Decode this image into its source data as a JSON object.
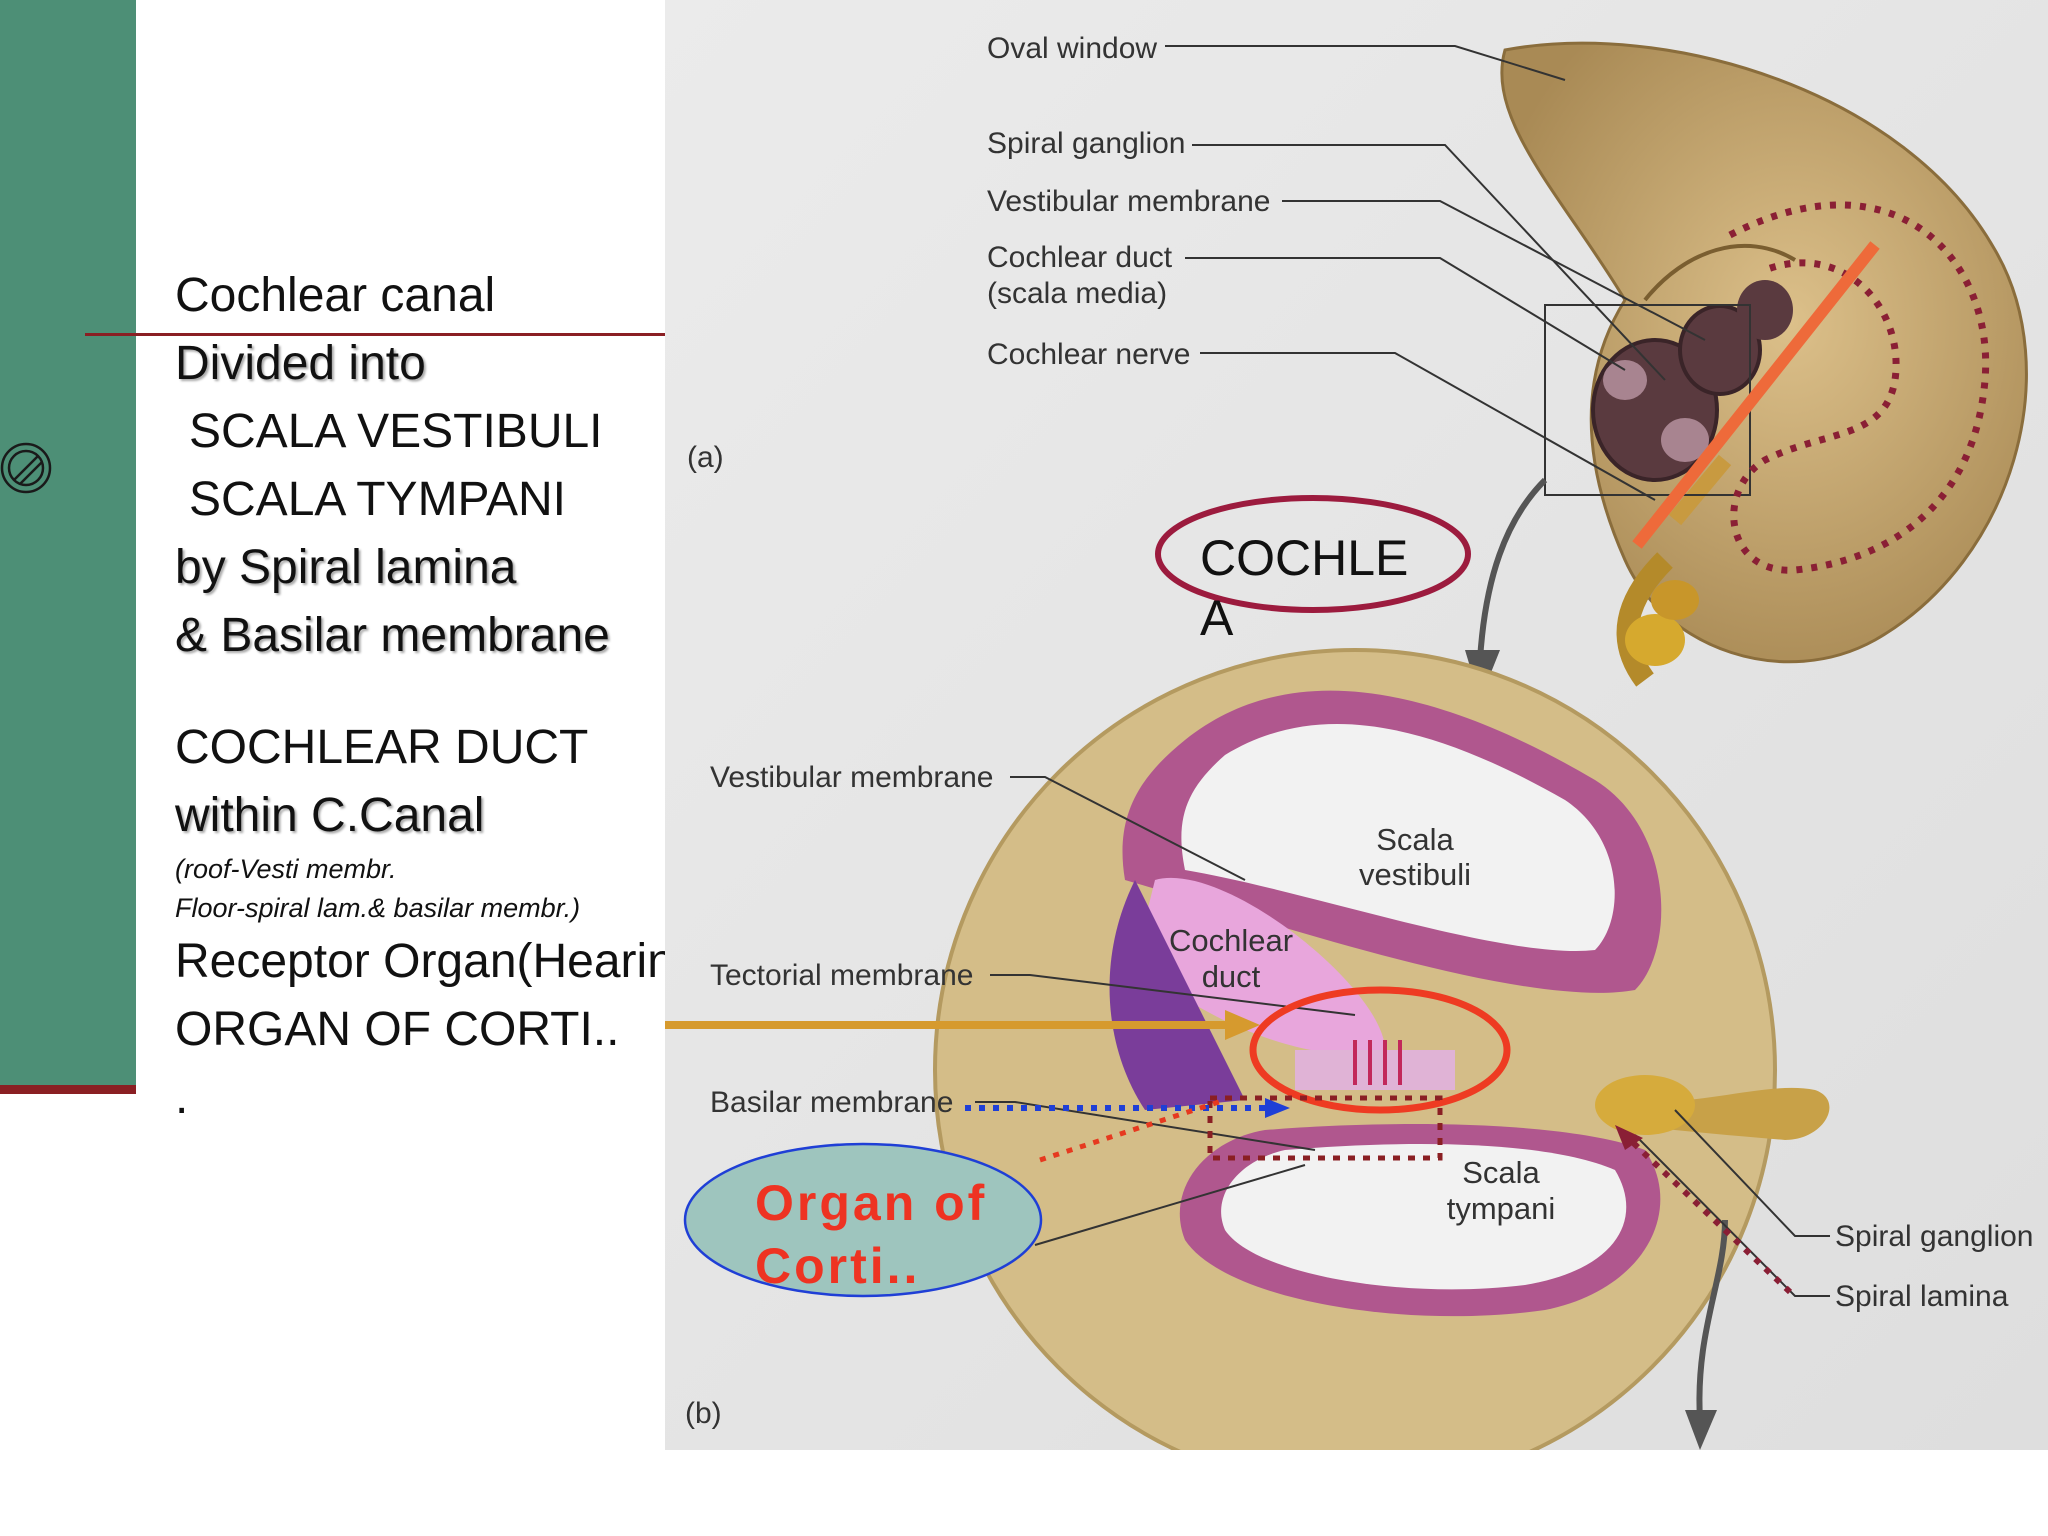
{
  "sidebar": {
    "color": "#4d8f76",
    "accent": "#8a1f23",
    "icon": "slide-circle-icon"
  },
  "text": {
    "line1": "Cochlear canal",
    "line2": "Divided into",
    "line3": "SCALA VESTIBULI",
    "line4": "SCALA TYMPANI",
    "line5": "by Spiral lamina",
    "line6": "& Basilar membrane",
    "line7": "COCHLEAR DUCT",
    "line8": "within C.Canal",
    "line9": "(roof-Vesti membr.",
    "line10": "Floor-spiral lam.& basilar membr.)",
    "line11": "Receptor Organ(Hearing",
    "line12": "ORGAN OF CORTI..",
    "line13": "."
  },
  "diagram": {
    "part_a": {
      "panel": "(a)",
      "labels": [
        "Oval window",
        "Spiral ganglion",
        "Vestibular membrane",
        "Cochlear duct",
        "(scala media)",
        "Cochlear nerve"
      ]
    },
    "part_b": {
      "panel": "(b)",
      "labels": [
        "Vestibular membrane",
        "Tectorial membrane",
        "Basilar membrane",
        "Scala",
        "vestibuli",
        "Cochlear",
        "duct",
        "Scala",
        "tympani",
        "Spiral ganglion",
        "Spiral lamina"
      ]
    },
    "cochlea_callout": [
      "COCHLE",
      "A"
    ],
    "corti_callout": [
      "Organ of",
      "Corti.."
    ]
  }
}
